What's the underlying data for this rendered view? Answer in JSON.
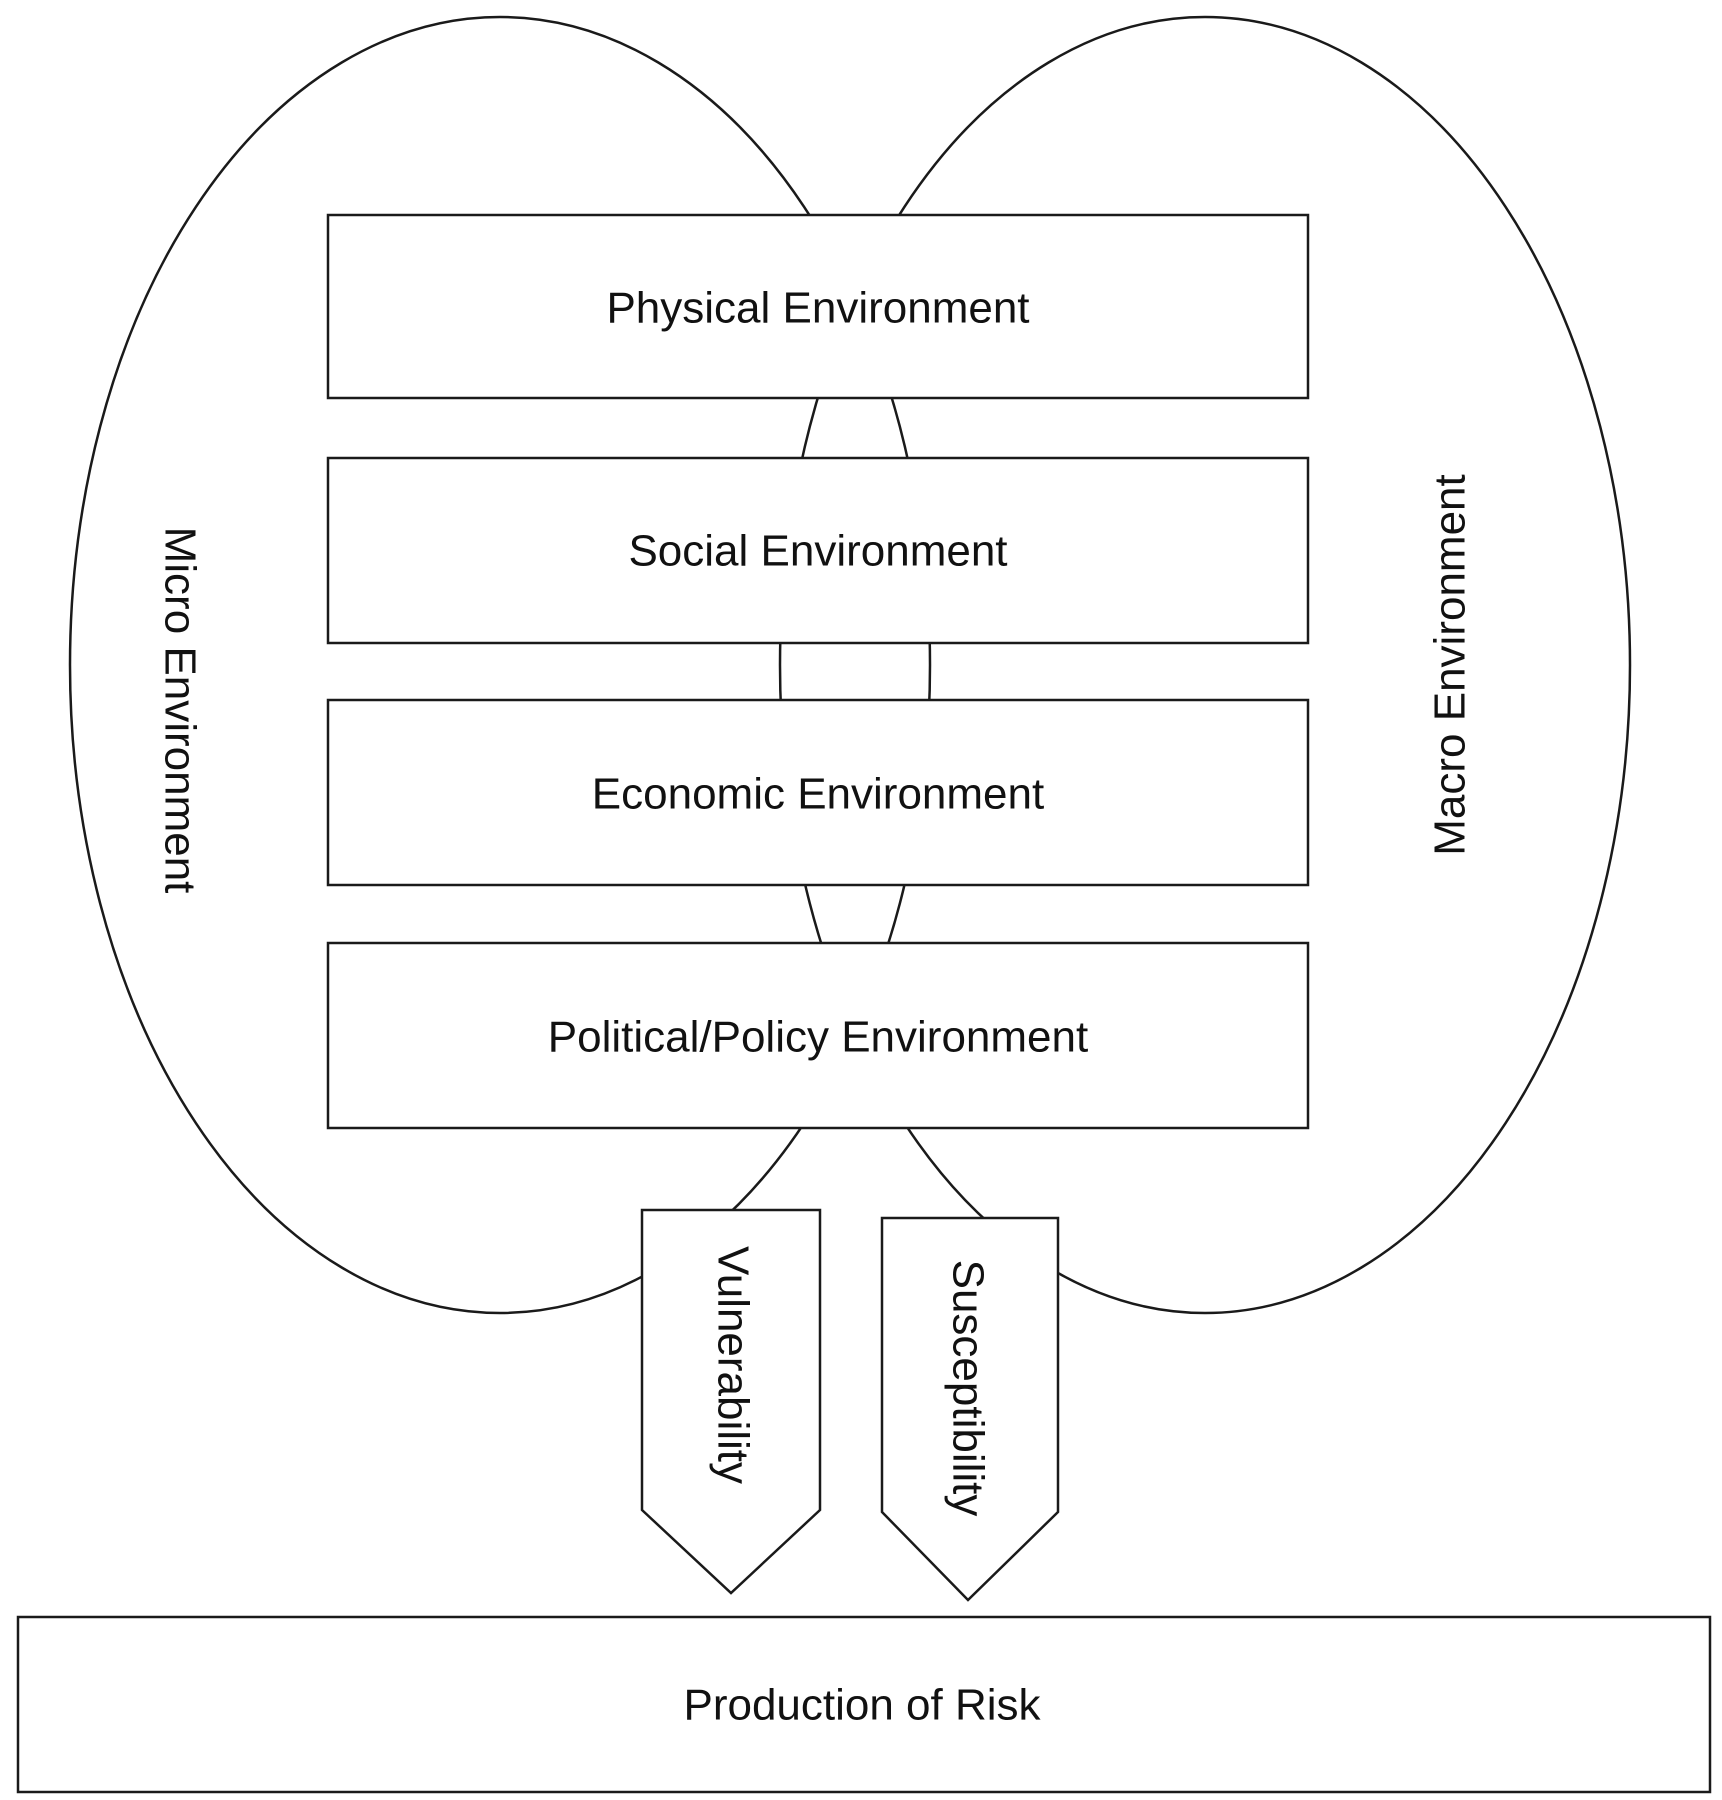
{
  "ellipses": {
    "left_label": "Micro Environment",
    "right_label": "Macro Environment"
  },
  "layers": [
    {
      "label": "Physical Environment"
    },
    {
      "label": "Social Environment"
    },
    {
      "label": "Economic Environment"
    },
    {
      "label": "Political/Policy Environment"
    }
  ],
  "arrows": [
    {
      "label": "Vulnerability"
    },
    {
      "label": "Susceptibility"
    }
  ],
  "outcome": {
    "label": "Production of Risk"
  },
  "colors": {
    "stroke": "#1a1a1a",
    "fill": "#ffffff",
    "text": "#111111"
  }
}
